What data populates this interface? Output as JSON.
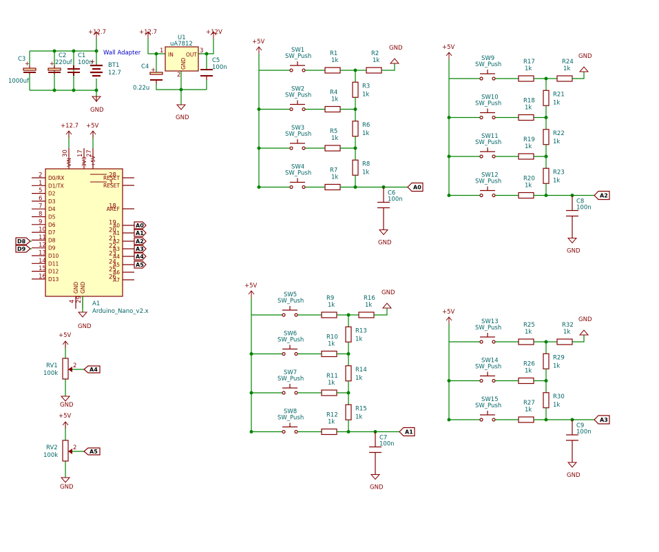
{
  "title": "",
  "rails": {
    "v12_7": "+12.7",
    "v12": "+12V",
    "v5": "+5V",
    "gnd": "GND"
  },
  "parts": {
    "C3": {
      "ref": "C3",
      "val": "1000uf"
    },
    "C2": {
      "ref": "C2",
      "val": "220uf"
    },
    "C1": {
      "ref": "C1",
      "val": "100n"
    },
    "BT1": {
      "ref": "BT1",
      "val": "12.7"
    },
    "wall": "Wall Adapter",
    "U1": {
      "ref": "U1",
      "val": "uA7812",
      "pin_in": "IN",
      "pin_out": "OUT",
      "pin_gnd": "GND",
      "n1": "1",
      "n2": "2",
      "n3": "3"
    },
    "C4": {
      "ref": "C4",
      "val": "0.22u"
    },
    "C5": {
      "ref": "C5",
      "val": "100n"
    },
    "A1": {
      "ref": "A1",
      "val": "Arduino_Nano_v2.x"
    },
    "RV1": {
      "ref": "RV1",
      "val": "100k",
      "wiper": "2"
    },
    "RV2": {
      "ref": "RV2",
      "val": "100k",
      "wiper": "2"
    },
    "C6": {
      "ref": "C6",
      "val": "100n"
    },
    "C7": {
      "ref": "C7",
      "val": "100n"
    },
    "C8": {
      "ref": "C8",
      "val": "100n"
    },
    "C9": {
      "ref": "C9",
      "val": "100n"
    },
    "sw_value": "SW_Push",
    "r_value": "1k"
  },
  "nano": {
    "left_pins": [
      {
        "num": "2",
        "name": "D0/RX"
      },
      {
        "num": "1",
        "name": "D1/TX"
      },
      {
        "num": "5",
        "name": "D2"
      },
      {
        "num": "6",
        "name": "D3"
      },
      {
        "num": "7",
        "name": "D4"
      },
      {
        "num": "8",
        "name": "D5"
      },
      {
        "num": "9",
        "name": "D6"
      },
      {
        "num": "10",
        "name": "D7"
      },
      {
        "num": "11",
        "name": "D8"
      },
      {
        "num": "12",
        "name": "D9"
      },
      {
        "num": "13",
        "name": "D10"
      },
      {
        "num": "14",
        "name": "D11"
      },
      {
        "num": "15",
        "name": "D12"
      },
      {
        "num": "16",
        "name": "D13"
      }
    ],
    "right_pins": [
      {
        "num": "28",
        "name": "RESET"
      },
      {
        "num": "3",
        "name": "RESET"
      },
      {
        "num": "18",
        "name": "AREF"
      },
      {
        "num": "19",
        "name": "A0"
      },
      {
        "num": "20",
        "name": "A1"
      },
      {
        "num": "21",
        "name": "A2"
      },
      {
        "num": "22",
        "name": "A3"
      },
      {
        "num": "23",
        "name": "A4"
      },
      {
        "num": "24",
        "name": "A5"
      },
      {
        "num": "25",
        "name": "A6"
      },
      {
        "num": "26",
        "name": "A7"
      }
    ],
    "top_pins": [
      {
        "num": "30",
        "name": "VIN"
      },
      {
        "num": "17",
        "name": "3V3"
      },
      {
        "num": "27",
        "name": "+5V"
      }
    ],
    "bottom_pins": [
      {
        "num": "4",
        "name": "GND"
      },
      {
        "num": "29",
        "name": "GND"
      }
    ]
  },
  "labels": {
    "A0": "A0",
    "A1": "A1",
    "A2": "A2",
    "A3": "A3",
    "A4": "A4",
    "A5": "A5",
    "D8": "D8",
    "D9": "D9"
  },
  "ladders": [
    {
      "id": "ladder-a0",
      "out": "A0",
      "cap": "C6",
      "rows": [
        {
          "sw": "SW1",
          "r": "R1",
          "tr": "R2"
        },
        {
          "sw": "SW2",
          "r": "R4",
          "vr": "R3"
        },
        {
          "sw": "SW3",
          "r": "R5",
          "vr": "R6"
        },
        {
          "sw": "SW4",
          "r": "R7",
          "vr": "R8"
        }
      ]
    },
    {
      "id": "ladder-a2",
      "out": "A2",
      "cap": "C8",
      "rows": [
        {
          "sw": "SW9",
          "r": "R17",
          "tr": "R24"
        },
        {
          "sw": "SW10",
          "r": "R18",
          "vr": "R21"
        },
        {
          "sw": "SW11",
          "r": "R19",
          "vr": "R22"
        },
        {
          "sw": "SW12",
          "r": "R20",
          "vr": "R23"
        }
      ]
    },
    {
      "id": "ladder-a1",
      "out": "A1",
      "cap": "C7",
      "rows": [
        {
          "sw": "SW5",
          "r": "R9",
          "tr": "R16"
        },
        {
          "sw": "SW6",
          "r": "R10",
          "vr": "R13"
        },
        {
          "sw": "SW7",
          "r": "R11",
          "vr": "R14"
        },
        {
          "sw": "SW8",
          "r": "R12",
          "vr": "R15"
        }
      ]
    },
    {
      "id": "ladder-a3",
      "out": "A3",
      "cap": "C9",
      "rows": [
        {
          "sw": "SW13",
          "r": "R25",
          "tr": "R32"
        },
        {
          "sw": "SW14",
          "r": "R26",
          "vr": "R29"
        },
        {
          "sw": "SW15",
          "r": "R27",
          "vr": "R30"
        }
      ]
    }
  ]
}
